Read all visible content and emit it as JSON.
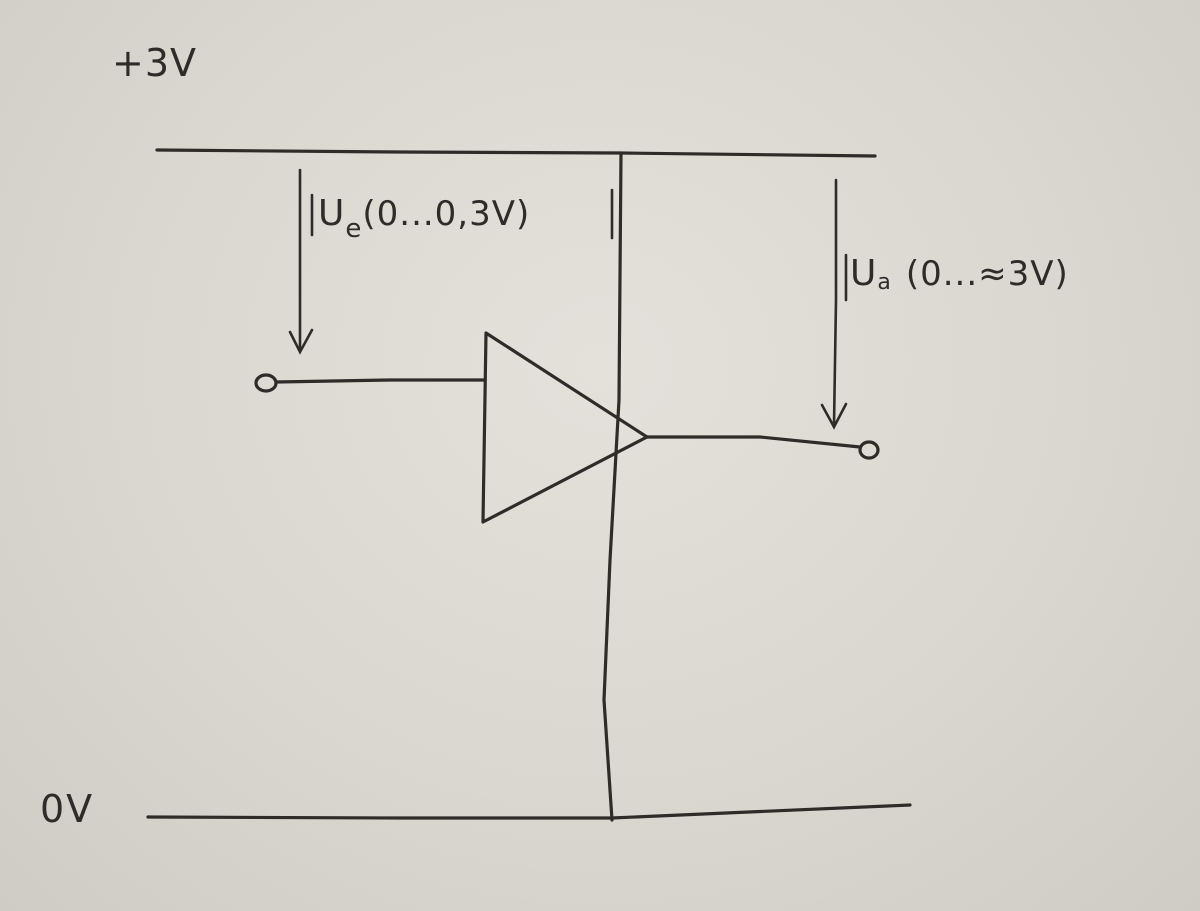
{
  "diagram": {
    "supply_positive": "+3V",
    "supply_ground": "0V",
    "input_voltage": {
      "symbol": "U",
      "subscript": "e",
      "range": "(0...0,3V)"
    },
    "output_voltage": {
      "symbol": "U",
      "subscript": "a",
      "range": "(0...≈3V)"
    }
  },
  "colors": {
    "paper": "#dcd9d3",
    "ink": "#2e2b29"
  }
}
